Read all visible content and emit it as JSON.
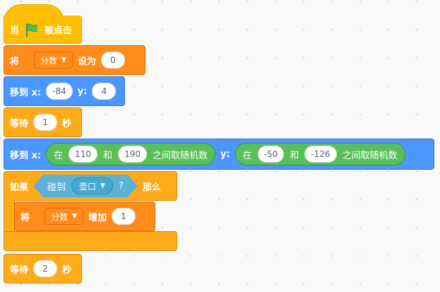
{
  "event_when_flag": {
    "when": "当",
    "clicked": "被点击",
    "flag_icon": "green-flag-icon"
  },
  "set_var": {
    "set": "将",
    "variable": "分数",
    "to": "设为",
    "value": "0"
  },
  "goto_1": {
    "label": "移到 x:",
    "x": "-84",
    "y_label": "y:",
    "y": "4"
  },
  "wait_1": {
    "label": "等待",
    "value": "1",
    "unit": "秒"
  },
  "goto_2": {
    "label": "移到 x:",
    "x_rand": {
      "pick": "在",
      "from": "110",
      "and": "和",
      "to": "190",
      "suffix": "之间取随机数"
    },
    "y_label": "y:",
    "y_rand": {
      "pick": "在",
      "from": "-50",
      "and": "和",
      "to": "-126",
      "suffix": "之间取随机数"
    }
  },
  "if_block": {
    "if": "如果",
    "then": "那么",
    "condition": {
      "touching": "碰到",
      "sprite": "壶口",
      "q": "?"
    }
  },
  "change_var": {
    "change": "将",
    "variable": "分数",
    "by": "增加",
    "value": "1"
  },
  "wait_2": {
    "label": "等待",
    "value": "2",
    "unit": "秒"
  },
  "colors": {
    "events": "#FFBF00",
    "variables": "#FF8C1A",
    "motion": "#4C97FF",
    "control": "#FFAB19",
    "operators": "#59C059",
    "sensing": "#5CB1D6"
  }
}
